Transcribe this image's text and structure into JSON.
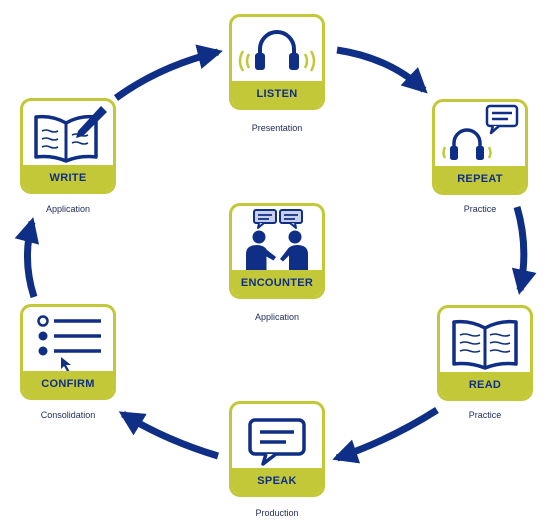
{
  "colors": {
    "navy": "#0f2f86",
    "lime": "#c3c839",
    "bubble_fill": "#c9cfe8"
  },
  "steps": [
    {
      "id": "listen",
      "label": "LISTEN",
      "sublabel": "Presentation",
      "icon": "headphones-icon"
    },
    {
      "id": "repeat",
      "label": "REPEAT",
      "sublabel": "Practice",
      "icon": "headphones-speech-icon"
    },
    {
      "id": "read",
      "label": "READ",
      "sublabel": "Practice",
      "icon": "open-book-icon"
    },
    {
      "id": "speak",
      "label": "SPEAK",
      "sublabel": "Production",
      "icon": "speech-bubble-icon"
    },
    {
      "id": "confirm",
      "label": "CONFIRM",
      "sublabel": "Consolidation",
      "icon": "checklist-cursor-icon"
    },
    {
      "id": "write",
      "label": "WRITE",
      "sublabel": "Application",
      "icon": "book-pen-icon"
    },
    {
      "id": "encounter",
      "label": "ENCOUNTER",
      "sublabel": "Application",
      "icon": "conversation-icon"
    }
  ]
}
